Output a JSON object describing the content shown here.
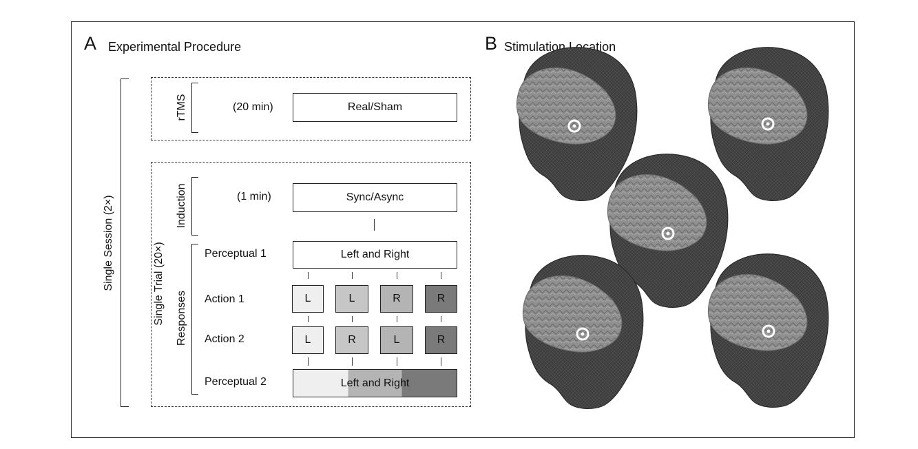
{
  "panelA": {
    "letter": "A",
    "title": "Experimental Procedure",
    "session_label": "Single Session (2×)",
    "trial_label": "Single Trial (20×)",
    "rtms": {
      "section_label": "rTMS",
      "duration": "(20 min)",
      "condition": "Real/Sham"
    },
    "induction": {
      "section_label": "Induction",
      "duration": "(1 min)",
      "condition": "Sync/Async"
    },
    "responses": {
      "section_label": "Responses",
      "perceptual1": {
        "label": "Perceptual 1",
        "box": "Left and Right"
      },
      "action1": {
        "label": "Action 1",
        "boxes": [
          "L",
          "L",
          "R",
          "R"
        ]
      },
      "action2": {
        "label": "Action 2",
        "boxes": [
          "L",
          "R",
          "L",
          "R"
        ]
      },
      "perceptual2": {
        "label": "Perceptual 2",
        "box": "Left and Right"
      }
    },
    "box_shades": [
      "#efefef",
      "#c6c6c6",
      "#b4b4b4",
      "#7a7a7a"
    ]
  },
  "panelB": {
    "letter": "B",
    "title": "Stimulation Location",
    "head_images": [
      "head-model",
      "head-model",
      "head-model",
      "head-model",
      "head-model"
    ]
  }
}
